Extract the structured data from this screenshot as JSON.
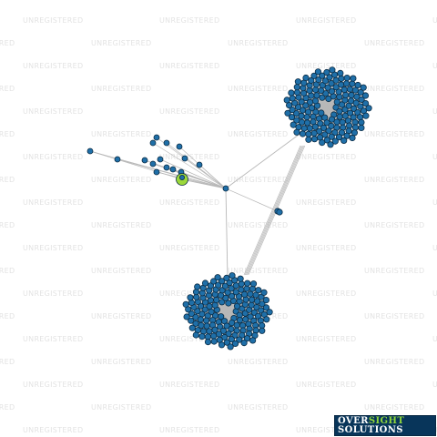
{
  "watermark_text": "UNREGISTERED",
  "brand": {
    "line1_part1": "OVER",
    "line1_part2": "SIGHT",
    "line2": "SOLUTIONS",
    "bg_color": "#08355a",
    "accent_color": "#8fd63c"
  },
  "network": {
    "node_color": "#1f6fa8",
    "node_stroke": "#0c2c44",
    "highlight_node_color": "#9bd83a",
    "edge_color": "#b8b8b8",
    "clusters": [
      {
        "id": "cluster-top-right",
        "node_count": 150
      },
      {
        "id": "cluster-bottom",
        "node_count": 150
      }
    ],
    "small_group_node_count": 15
  }
}
